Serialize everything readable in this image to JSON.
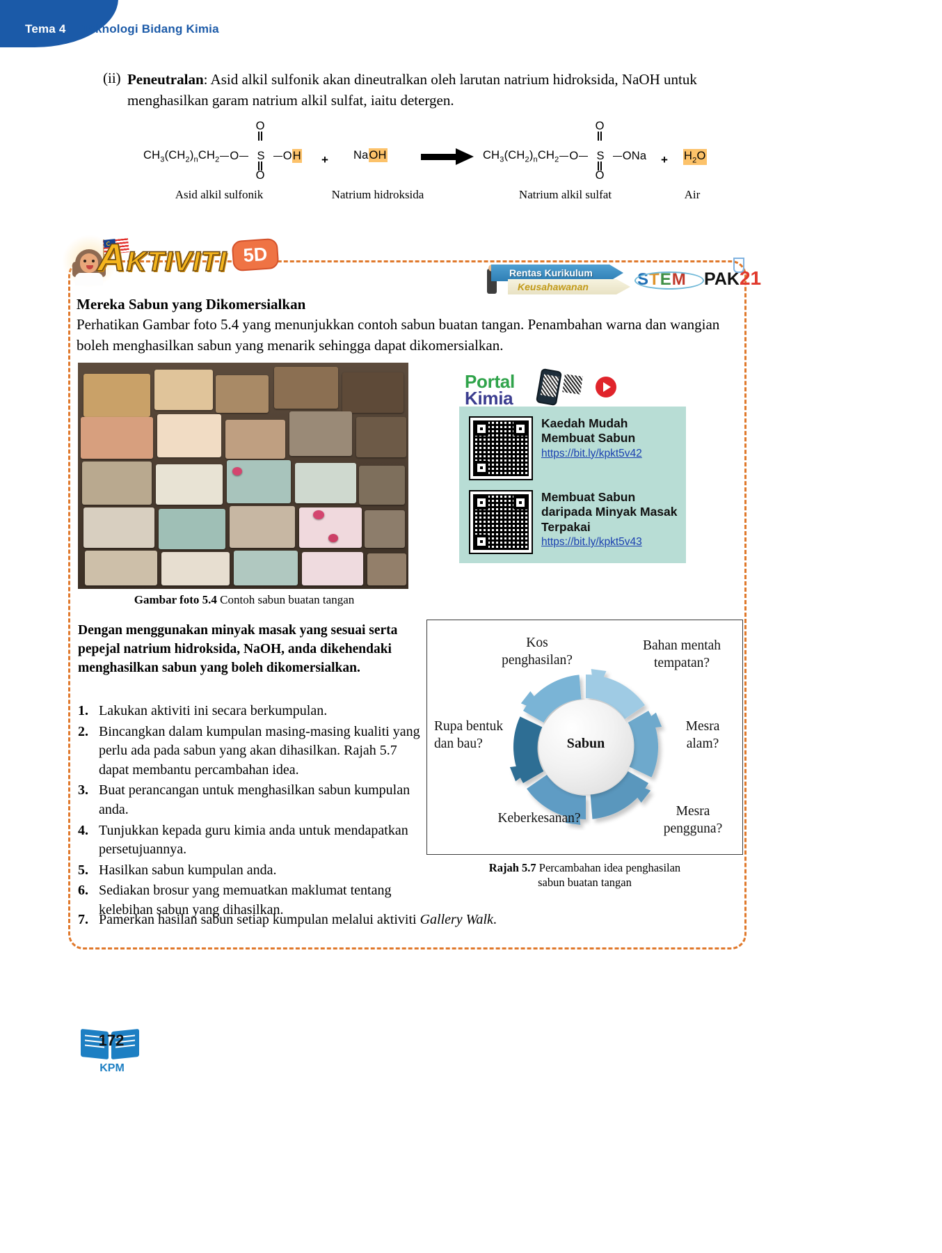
{
  "header": {
    "tema": "Tema 4",
    "title": "Teknologi Bidang Kimia"
  },
  "intro": {
    "marker": "(ii)",
    "bold_term": "Peneutralan",
    "text": ": Asid alkil sulfonik akan dineutralkan oleh larutan natrium hidroksida, NaOH untuk menghasilkan garam natrium alkil sulfat, iaitu detergen."
  },
  "equation": {
    "reactant1_chain": "CH",
    "reactant1_full": "CH3(CH2)nCH2",
    "reactant1_oh": "OH",
    "reactant1_highlight": "H",
    "plus1": "+",
    "reactant2": "Na",
    "reactant2_highlight": "OH",
    "arrow": "→",
    "product1_end": "ONa",
    "plus2": "+",
    "product2": "H2O",
    "sulfur": "S",
    "oxygen_top": "O",
    "oxygen_bottom": "O",
    "linker_o": "O",
    "labels": {
      "l1": "Asid alkil sulfonik",
      "l2": "Natrium hidroksida",
      "l3": "Natrium alkil sulfat",
      "l4": "Air"
    }
  },
  "activity": {
    "word": "AKTIVITI",
    "word_first": "A",
    "word_rest": "KTIVITI",
    "code": "5D",
    "badges": {
      "rentas_line1": "Rentas Kurikulum",
      "rentas_line2": "Keusahawanan",
      "stem": "STEM",
      "stem_s": "S",
      "stem_t": "T",
      "stem_e": "E",
      "stem_m": "M",
      "pak": "PAK",
      "pak_num": "21"
    },
    "heading": "Mereka Sabun yang Dikomersialkan",
    "paragraph": "Perhatikan Gambar foto 5.4 yang menunjukkan contoh sabun buatan tangan. Penambahan warna dan wangian boleh menghasilkan sabun yang menarik sehingga dapat dikomersialkan.",
    "photo_caption_bold": "Gambar foto 5.4",
    "photo_caption_rest": "Contoh sabun buatan tangan",
    "portal": {
      "line1": "Portal",
      "line2": "Kimia"
    },
    "qr_items": [
      {
        "title": "Kaedah Mudah Membuat Sabun",
        "url": "https://bit.ly/kpkt5v42"
      },
      {
        "title": "Membuat Sabun daripada Minyak Masak Terpakai",
        "url": "https://bit.ly/kpkt5v43"
      }
    ],
    "instruction_heading": "Dengan menggunakan minyak masak yang sesuai serta pepejal natrium hidroksida, NaOH, anda dikehendaki menghasilkan sabun yang boleh dikomersialkan.",
    "instructions": [
      {
        "n": "1.",
        "text": "Lakukan aktiviti ini secara berkumpulan."
      },
      {
        "n": "2.",
        "text": "Bincangkan dalam kumpulan  masing-masing kualiti yang perlu ada pada sabun yang akan dihasilkan. Rajah 5.7 dapat membantu percambahan idea."
      },
      {
        "n": "3.",
        "text": "Buat perancangan untuk menghasilkan sabun kumpulan anda."
      },
      {
        "n": "4.",
        "text": "Tunjukkan kepada guru kimia anda untuk mendapatkan persetujuannya."
      },
      {
        "n": "5.",
        "text": "Hasilkan sabun kumpulan anda."
      },
      {
        "n": "6.",
        "text": "Sediakan brosur yang memuatkan maklumat tentang kelebihan sabun yang dihasilkan."
      }
    ],
    "instruction_last": {
      "n": "7.",
      "text_before": "Pamerkan hasilan sabun setiap kumpulan melalui aktiviti ",
      "text_italic": "Gallery Walk",
      "text_after": "."
    }
  },
  "rajah": {
    "center": "Sabun",
    "labels": [
      "Kos penghasilan?",
      "Bahan mentah tempatan?",
      "Mesra alam?",
      "Mesra pengguna?",
      "Keberkesanan?",
      "Rupa bentuk dan bau?"
    ],
    "label_kos_l1": "Kos",
    "label_kos_l2": "penghasilan?",
    "label_bahan_l1": "Bahan mentah",
    "label_bahan_l2": "tempatan?",
    "label_mesra_alam_l1": "Mesra",
    "label_mesra_alam_l2": "alam?",
    "label_mesra_pengguna_l1": "Mesra",
    "label_mesra_pengguna_l2": "pengguna?",
    "label_keberkesanan": "Keberkesanan?",
    "label_rupa_l1": "Rupa bentuk",
    "label_rupa_l2": "dan bau?",
    "caption_bold": "Rajah 5.7",
    "caption_rest": "Percambahan idea penghasilan",
    "caption_line2": "sabun buatan tangan",
    "segment_colors": [
      "#9fcbe4",
      "#7ab4d6",
      "#5f9cc4",
      "#4a87b2",
      "#2f6e94",
      "#2a6484"
    ]
  },
  "footer": {
    "page": "172",
    "kpm": "KPM"
  },
  "colors": {
    "header_blue": "#1b5aa8",
    "dash_orange": "#e0792c",
    "highlight": "#fcc26a",
    "qr_bg": "#b8ddd5",
    "link": "#1a3fb0"
  }
}
